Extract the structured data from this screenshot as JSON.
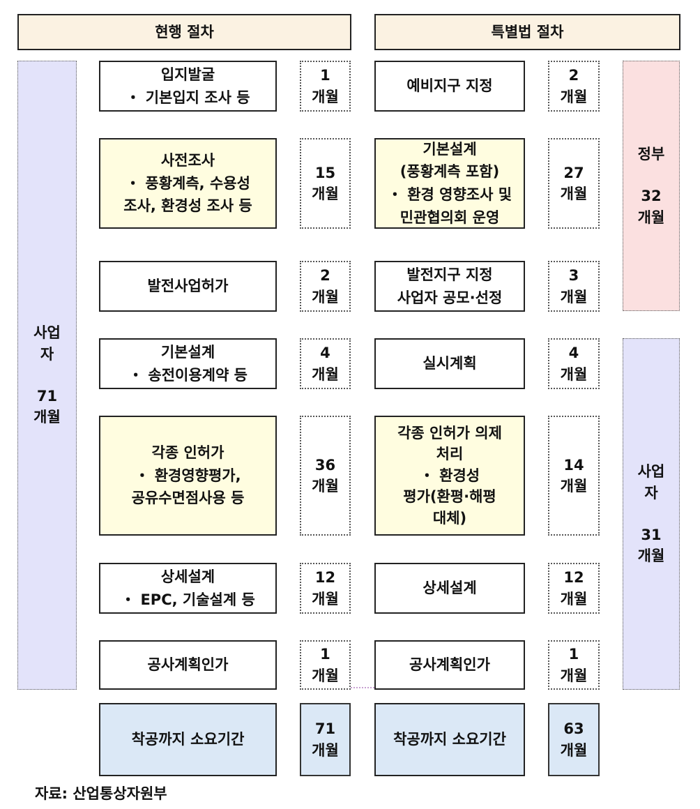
{
  "headers": {
    "current": "현행 절차",
    "special": "특별법 절차"
  },
  "actors": {
    "left": {
      "name": "사업\n자",
      "months": "71\n개월"
    },
    "gov": {
      "name": "정부",
      "months": "32\n개월"
    },
    "right": {
      "name": "사업\n자",
      "months": "31\n개월"
    }
  },
  "current_steps": [
    {
      "text": "입지발굴\n・ 기본입지 조사 등",
      "duration": "1\n개월"
    },
    {
      "text": "사전조사\n・ 풍황계측, 수용성\n조사, 환경성 조사 등",
      "duration": "15\n개월"
    },
    {
      "text": "발전사업허가",
      "duration": "2\n개월"
    },
    {
      "text": "기본설계\n・ 송전이용계약 등",
      "duration": "4\n개월"
    },
    {
      "text": "각종 인허가\n・ 환경영향평가,\n공유수면점사용 등",
      "duration": "36\n개월"
    },
    {
      "text": "상세설계\n・ EPC, 기술설계 등",
      "duration": "12\n개월"
    },
    {
      "text": "공사계획인가",
      "duration": "1\n개월"
    }
  ],
  "special_steps": [
    {
      "text": "예비지구 지정",
      "duration": "2\n개월"
    },
    {
      "text": "기본설계\n(풍황계측 포함)\n・ 환경 영향조사 및\n민관협의회 운영",
      "duration": "27\n개월"
    },
    {
      "text": "발전지구 지정\n사업자 공모·선정",
      "duration": "3\n개월"
    },
    {
      "text": "실시계획",
      "duration": "4\n개월"
    },
    {
      "text": "각종 인허가 의제\n처리\n・ 환경성\n평가(환평·해평\n대체)",
      "duration": "14\n개월"
    },
    {
      "text": "상세설계",
      "duration": "12\n개월"
    },
    {
      "text": "공사계획인가",
      "duration": "1\n개월"
    }
  ],
  "totals": {
    "current": {
      "label": "착공까지 소요기간",
      "duration": "71\n개월"
    },
    "special": {
      "label": "착공까지 소요기간",
      "duration": "63\n개월"
    }
  },
  "source": "자료: 산업통상자원부",
  "colors": {
    "header_bg": "#fbf2e2",
    "highlight_bg": "#fffde0",
    "total_bg": "#dbe8f6",
    "actor_bg": "#e3e3fa",
    "gov_bg": "#fbe0e0"
  }
}
